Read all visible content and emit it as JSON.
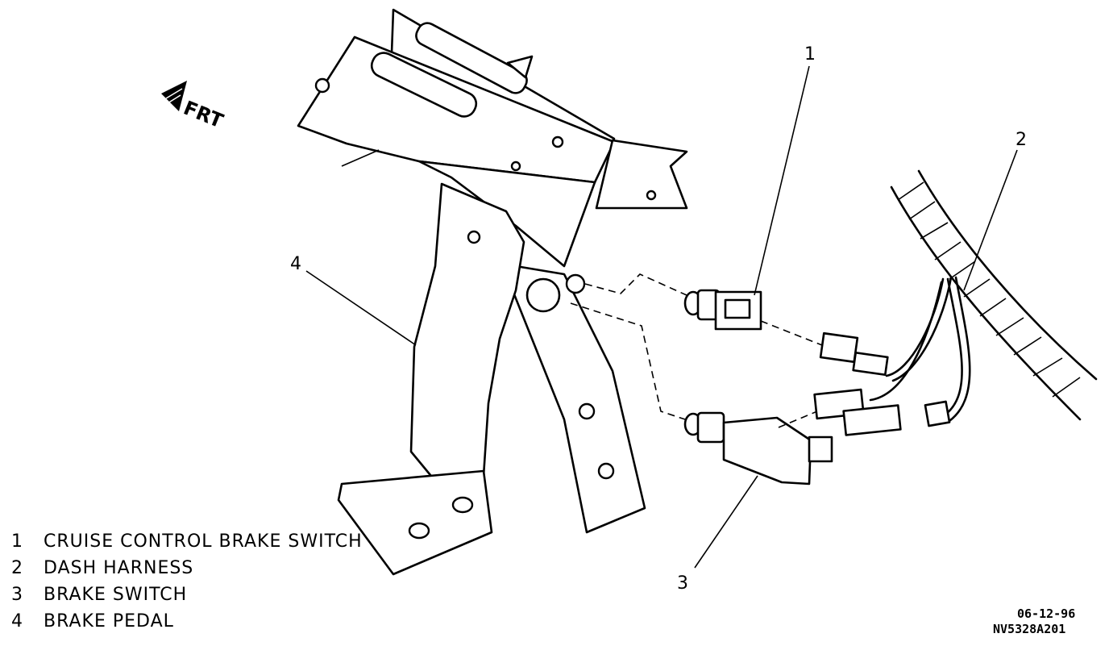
{
  "orientation": {
    "label": "FRT",
    "icon": "front-arrow-icon"
  },
  "callouts": [
    {
      "number": "1"
    },
    {
      "number": "2"
    },
    {
      "number": "3"
    },
    {
      "number": "4"
    }
  ],
  "legend": [
    {
      "number": "1",
      "label": "CRUISE CONTROL BRAKE SWITCH"
    },
    {
      "number": "2",
      "label": "DASH HARNESS"
    },
    {
      "number": "3",
      "label": "BRAKE SWITCH"
    },
    {
      "number": "4",
      "label": "BRAKE PEDAL"
    }
  ],
  "figure_code": {
    "date": "06-12-96",
    "id": "NV5328A201"
  },
  "colors": {
    "ink": "#000000",
    "background": "#ffffff"
  }
}
